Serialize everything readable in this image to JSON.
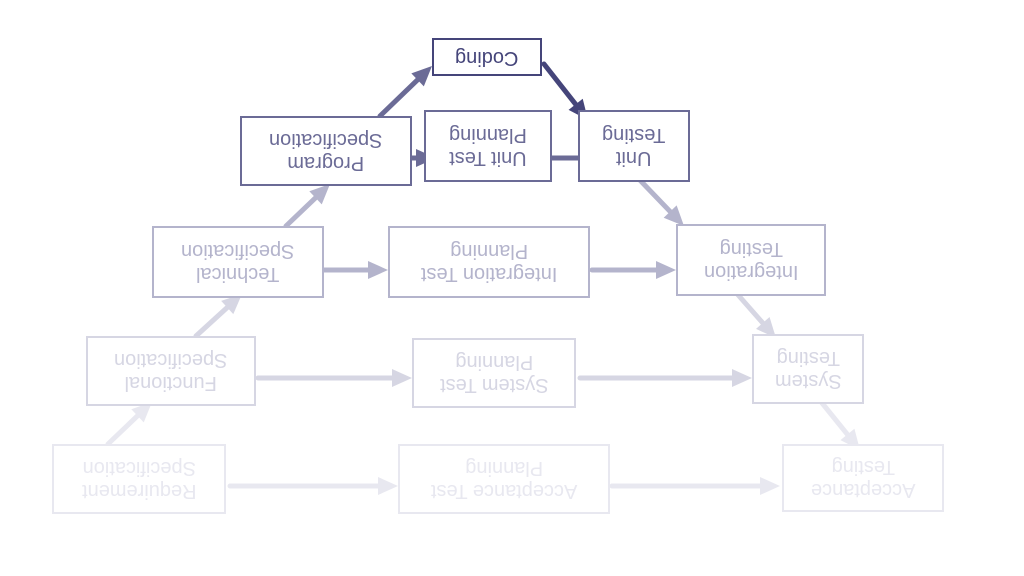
{
  "diagram": {
    "colors": {
      "level0": "#45457a",
      "level1": "#6b6b96",
      "level2": "#b4b4cc",
      "level3": "#d6d6e3",
      "level4": "#e8e8f0"
    },
    "nodes": {
      "coding": {
        "line1": "Coding"
      },
      "program_spec": {
        "line1": "Program",
        "line2": "Specification"
      },
      "unit_test_planning": {
        "line1": "Unit Test",
        "line2": "Planning"
      },
      "unit_testing": {
        "line1": "Unit",
        "line2": "Testing"
      },
      "technical_spec": {
        "line1": "Technical",
        "line2": "Specification"
      },
      "integration_test_planning": {
        "line1": "Integration Test",
        "line2": "Planning"
      },
      "integration_testing": {
        "line1": "Integration",
        "line2": "Testing"
      },
      "functional_spec": {
        "line1": "Functional",
        "line2": "Specification"
      },
      "system_test_planning": {
        "line1": "System Test",
        "line2": "Planning"
      },
      "system_testing": {
        "line1": "System",
        "line2": "Testing"
      },
      "requirement_spec": {
        "line1": "Requirement",
        "line2": "Specification"
      },
      "acceptance_test_planning": {
        "line1": "Acceptance Test",
        "line2": "Planning"
      },
      "acceptance_testing": {
        "line1": "Acceptance",
        "line2": "Testing"
      }
    }
  }
}
